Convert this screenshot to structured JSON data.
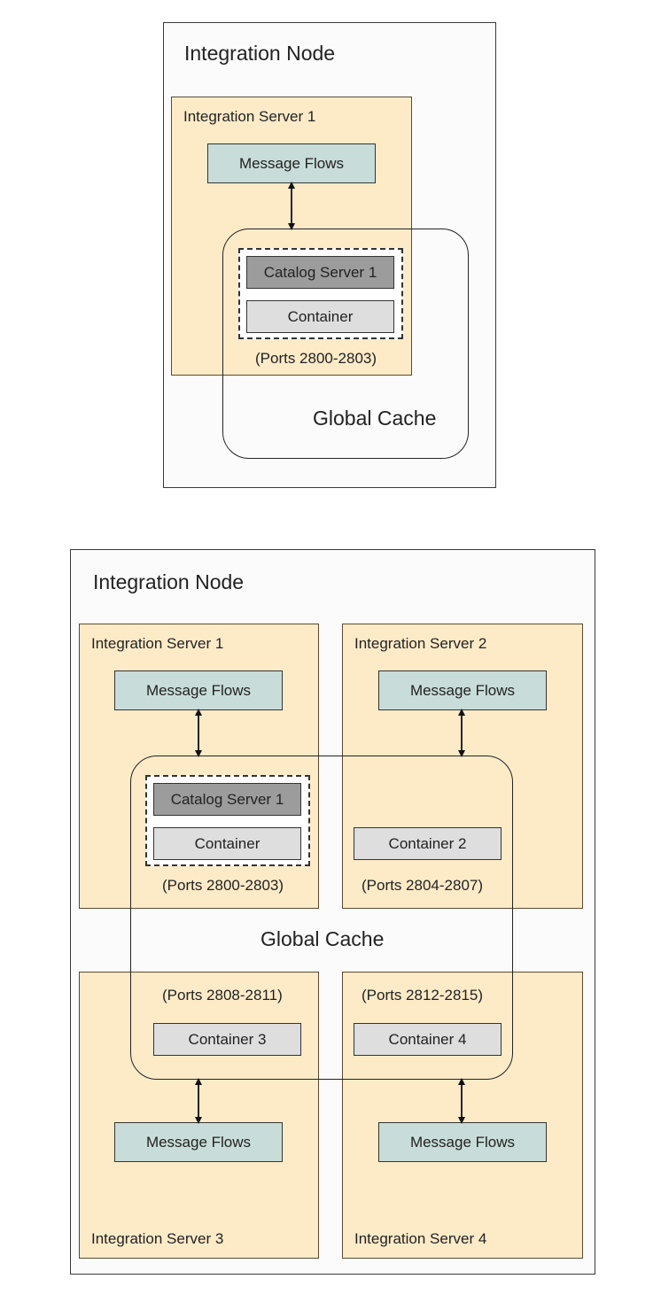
{
  "diagram1": {
    "node_title": "Integration Node",
    "server1": {
      "title": "Integration Server 1",
      "message_flows": "Message Flows",
      "catalog": "Catalog Server 1",
      "container": "Container",
      "ports": "(Ports 2800-2803)"
    },
    "cache_label": "Global Cache"
  },
  "diagram2": {
    "node_title": "Integration Node",
    "cache_label": "Global Cache",
    "server1": {
      "title": "Integration Server 1",
      "message_flows": "Message Flows",
      "catalog": "Catalog Server 1",
      "container": "Container",
      "ports": "(Ports 2800-2803)"
    },
    "server2": {
      "title": "Integration Server 2",
      "message_flows": "Message Flows",
      "container": "Container 2",
      "ports": "(Ports 2804-2807)"
    },
    "server3": {
      "title": "Integration Server 3",
      "message_flows": "Message Flows",
      "container": "Container 3",
      "ports": "(Ports 2808-2811)"
    },
    "server4": {
      "title": "Integration Server 4",
      "message_flows": "Message Flows",
      "container": "Container 4",
      "ports": "(Ports 2812-2815)"
    }
  },
  "colors": {
    "server_fill": "#fdebc8",
    "message_flows_fill": "#c8ddd9",
    "catalog_fill": "#9c9c9c",
    "container_fill": "#dedede"
  }
}
